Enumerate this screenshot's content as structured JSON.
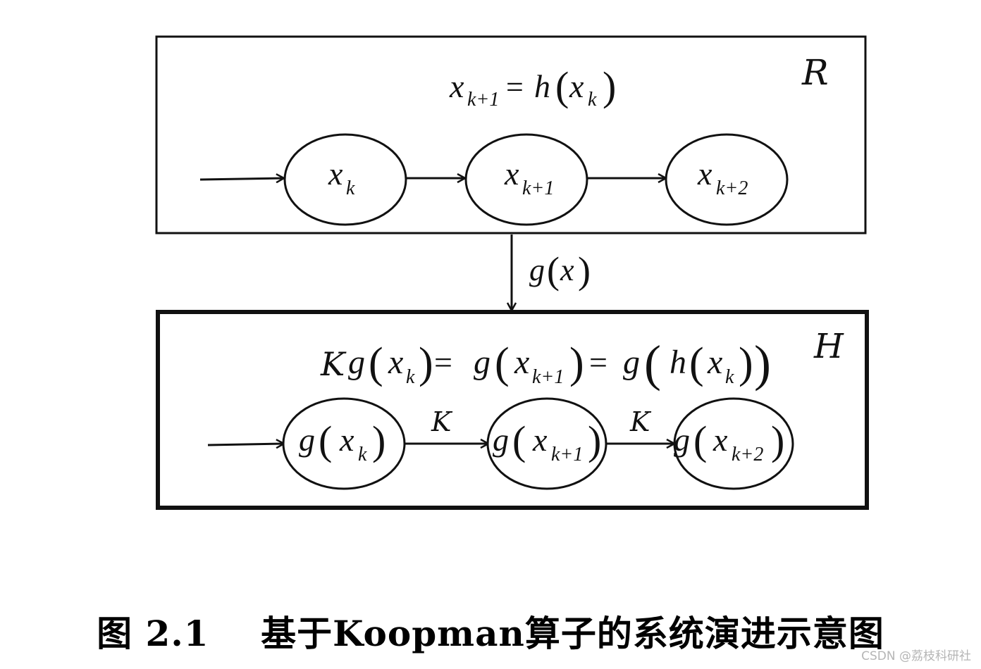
{
  "space_R": {
    "label": "R",
    "equation": {
      "lhs_base": "x",
      "lhs_sub": "k+1",
      "eq": "=",
      "fn": "h",
      "arg_base": "x",
      "arg_sub": "k"
    },
    "nodes": [
      {
        "base": "x",
        "sub": "k"
      },
      {
        "base": "x",
        "sub": "k+1"
      },
      {
        "base": "x",
        "sub": "k+2"
      }
    ]
  },
  "mapping": {
    "fn": "g",
    "arg": "x"
  },
  "space_H": {
    "label": "H",
    "equation": {
      "op": "K",
      "g": "g",
      "h": "h",
      "x": "x",
      "sub_k": "k",
      "sub_k1": "k+1",
      "eq": "="
    },
    "nodes": [
      {
        "fn": "g",
        "base": "x",
        "sub": "k"
      },
      {
        "fn": "g",
        "base": "x",
        "sub": "k+1"
      },
      {
        "fn": "g",
        "base": "x",
        "sub": "k+2"
      }
    ],
    "edge_label": "K"
  },
  "caption": "图 2.1    基于Koopman算子的系统演进示意图",
  "watermark": "CSDN @荔枝科研社"
}
